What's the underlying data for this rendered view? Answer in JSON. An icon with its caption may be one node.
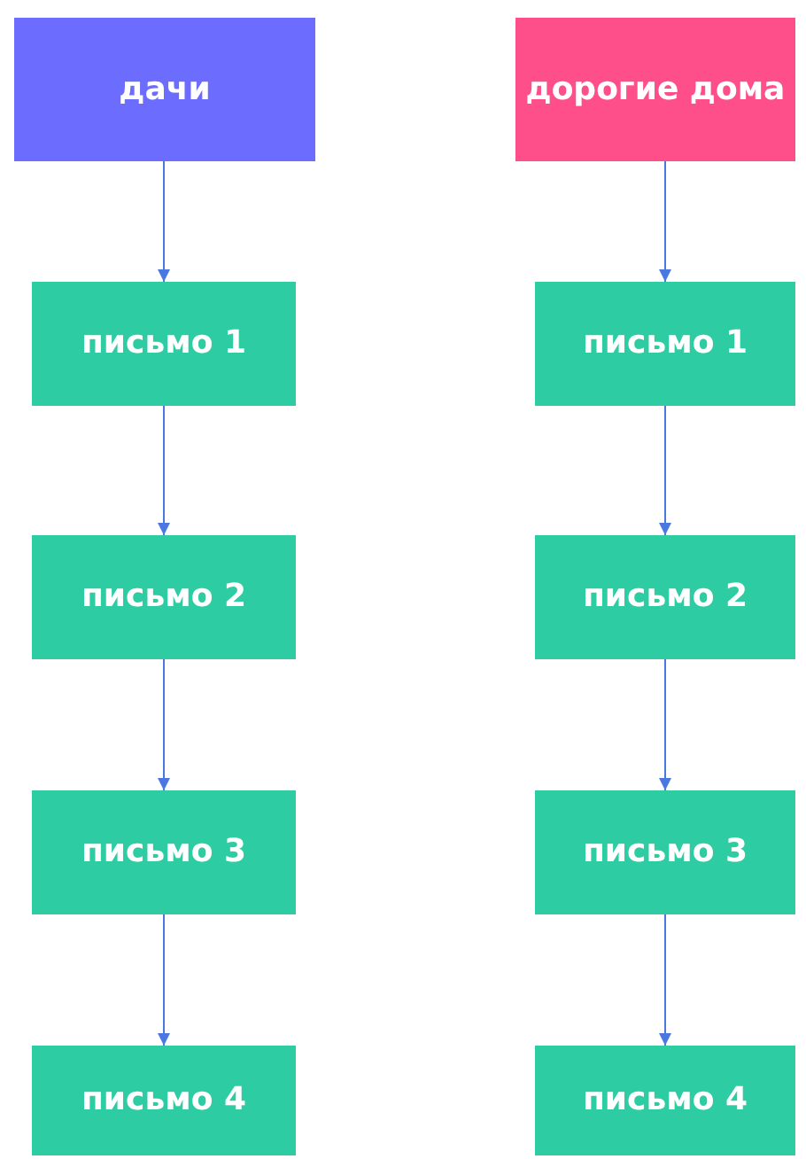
{
  "diagram": {
    "nodes": [
      {
        "text": [
          "дачи"
        ]
      },
      {
        "text": [
          "дорогие дома"
        ]
      },
      {
        "text": [
          "письмо 1"
        ]
      },
      {
        "text": [
          "письмо 2"
        ]
      },
      {
        "text": [
          "письмо 3"
        ]
      },
      {
        "text": [
          "письмо 4"
        ]
      },
      {
        "text": [
          "письмо 1"
        ]
      },
      {
        "text": [
          "письмо 2"
        ]
      },
      {
        "text": [
          "письмо 3"
        ]
      },
      {
        "text": [
          "письмо 4"
        ]
      }
    ],
    "edges": [
      {
        "from": 0,
        "to": 2,
        "arrow": "to"
      },
      {
        "from": 2,
        "to": 3,
        "arrow": "to"
      },
      {
        "from": 3,
        "to": 4,
        "arrow": "to"
      },
      {
        "from": 4,
        "to": 5,
        "arrow": "to"
      },
      {
        "from": 1,
        "to": 6,
        "arrow": "to"
      },
      {
        "from": 6,
        "to": 7,
        "arrow": "to"
      },
      {
        "from": 7,
        "to": 8,
        "arrow": "to"
      },
      {
        "from": 8,
        "to": 9,
        "arrow": "to"
      }
    ]
  }
}
